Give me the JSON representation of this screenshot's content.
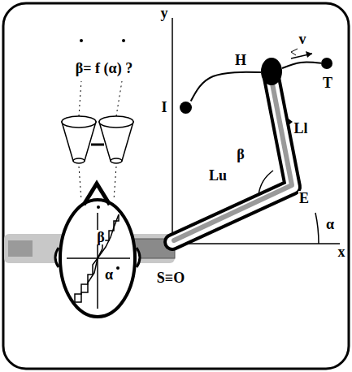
{
  "diagram": {
    "nodes": [
      {
        "text": [
          "I"
        ]
      },
      {
        "text": [
          "H"
        ]
      },
      {
        "text": [
          "T"
        ]
      }
    ],
    "edges": [
      {
        "from": 0,
        "to": 1,
        "arrow": "none"
      },
      {
        "from": 1,
        "to": 2,
        "arrow": "none"
      }
    ],
    "labels": [
      "β= f (α) ?",
      "β",
      "α",
      "y",
      "x",
      "Lu",
      "Ll",
      "β",
      "E",
      "α",
      "S≡O",
      "v"
    ]
  }
}
